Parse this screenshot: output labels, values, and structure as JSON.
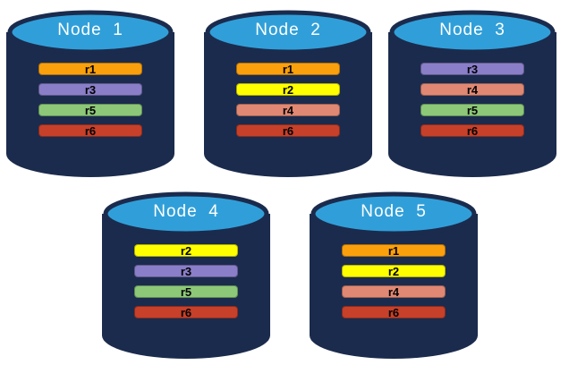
{
  "diagram": {
    "description_label": "database-replication-diagram"
  },
  "theme": {
    "background": "#FFFFFF",
    "cylinder_body": "#1B2B4D",
    "cylinder_top": "#309FD9",
    "title_color": "#FFFFFF",
    "bar_text_color": "#000000"
  },
  "palette": {
    "r1": "#FAA00D",
    "r2": "#FFFF00",
    "r3": "#8A7EC8",
    "r4": "#E08873",
    "r5": "#8CC878",
    "r6": "#C6402A"
  },
  "nodes": [
    {
      "title": "Node  1",
      "partitions": [
        {
          "label": "r1",
          "color": "#FAA00D"
        },
        {
          "label": "r3",
          "color": "#8A7EC8"
        },
        {
          "label": "r5",
          "color": "#8CC878"
        },
        {
          "label": "r6",
          "color": "#C6402A"
        }
      ]
    },
    {
      "title": "Node  2",
      "partitions": [
        {
          "label": "r1",
          "color": "#FAA00D"
        },
        {
          "label": "r2",
          "color": "#FFFF00"
        },
        {
          "label": "r4",
          "color": "#E08873"
        },
        {
          "label": "r6",
          "color": "#C6402A"
        }
      ]
    },
    {
      "title": "Node  3",
      "partitions": [
        {
          "label": "r3",
          "color": "#8A7EC8"
        },
        {
          "label": "r4",
          "color": "#E08873"
        },
        {
          "label": "r5",
          "color": "#8CC878"
        },
        {
          "label": "r6",
          "color": "#C6402A"
        }
      ]
    },
    {
      "title": "Node  4",
      "partitions": [
        {
          "label": "r2",
          "color": "#FFFF00"
        },
        {
          "label": "r3",
          "color": "#8A7EC8"
        },
        {
          "label": "r5",
          "color": "#8CC878"
        },
        {
          "label": "r6",
          "color": "#C6402A"
        }
      ]
    },
    {
      "title": "Node  5",
      "partitions": [
        {
          "label": "r1",
          "color": "#FAA00D"
        },
        {
          "label": "r2",
          "color": "#FFFF00"
        },
        {
          "label": "r4",
          "color": "#E08873"
        },
        {
          "label": "r6",
          "color": "#C6402A"
        }
      ]
    }
  ]
}
